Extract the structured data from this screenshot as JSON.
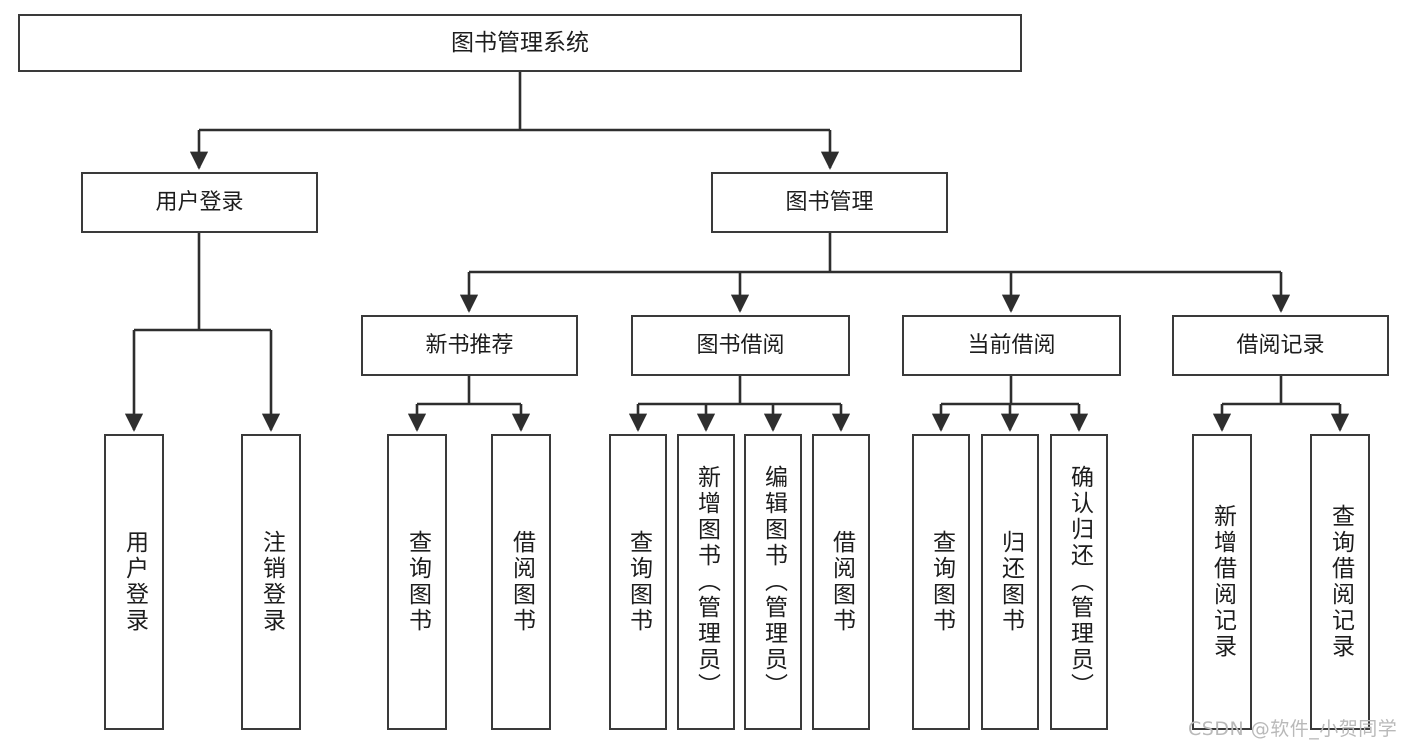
{
  "diagram": {
    "title": "图书管理系统",
    "type": "hierarchy-tree",
    "watermark": "CSDN @软件_小贺同学",
    "colors": {
      "background": "#ffffff",
      "box_border": "#3a3a3a",
      "box_fill": "#ffffff",
      "connector": "#2e2e2e",
      "text": "#1d1d1d",
      "watermark": "#b9b9b9"
    },
    "nodes": {
      "root": {
        "label": "图书管理系统"
      },
      "level2": [
        {
          "id": "user-login",
          "label": "用户登录"
        },
        {
          "id": "book-manage",
          "label": "图书管理"
        }
      ],
      "level3": [
        {
          "id": "new-book-recommend",
          "label": "新书推荐"
        },
        {
          "id": "book-borrow",
          "label": "图书借阅"
        },
        {
          "id": "current-borrow",
          "label": "当前借阅"
        },
        {
          "id": "borrow-record",
          "label": "借阅记录"
        }
      ],
      "leaves": {
        "user-login": [
          {
            "id": "leaf-user-login",
            "label": "用户登录"
          },
          {
            "id": "leaf-user-logout",
            "label": "注销登录"
          }
        ],
        "new-book-recommend": [
          {
            "id": "leaf-query-book-1",
            "label": "查询图书"
          },
          {
            "id": "leaf-borrow-book-1",
            "label": "借阅图书"
          }
        ],
        "book-borrow": [
          {
            "id": "leaf-query-book-2",
            "label": "查询图书"
          },
          {
            "id": "leaf-add-book",
            "label": "新增图书（管理员）"
          },
          {
            "id": "leaf-edit-book",
            "label": "编辑图书（管理员）"
          },
          {
            "id": "leaf-borrow-book-2",
            "label": "借阅图书"
          }
        ],
        "current-borrow": [
          {
            "id": "leaf-query-book-3",
            "label": "查询图书"
          },
          {
            "id": "leaf-return-book",
            "label": "归还图书"
          },
          {
            "id": "leaf-confirm-return",
            "label": "确认归还（管理员）"
          }
        ],
        "borrow-record": [
          {
            "id": "leaf-add-record",
            "label": "新增借阅记录"
          },
          {
            "id": "leaf-query-record",
            "label": "查询借阅记录"
          }
        ]
      }
    }
  }
}
